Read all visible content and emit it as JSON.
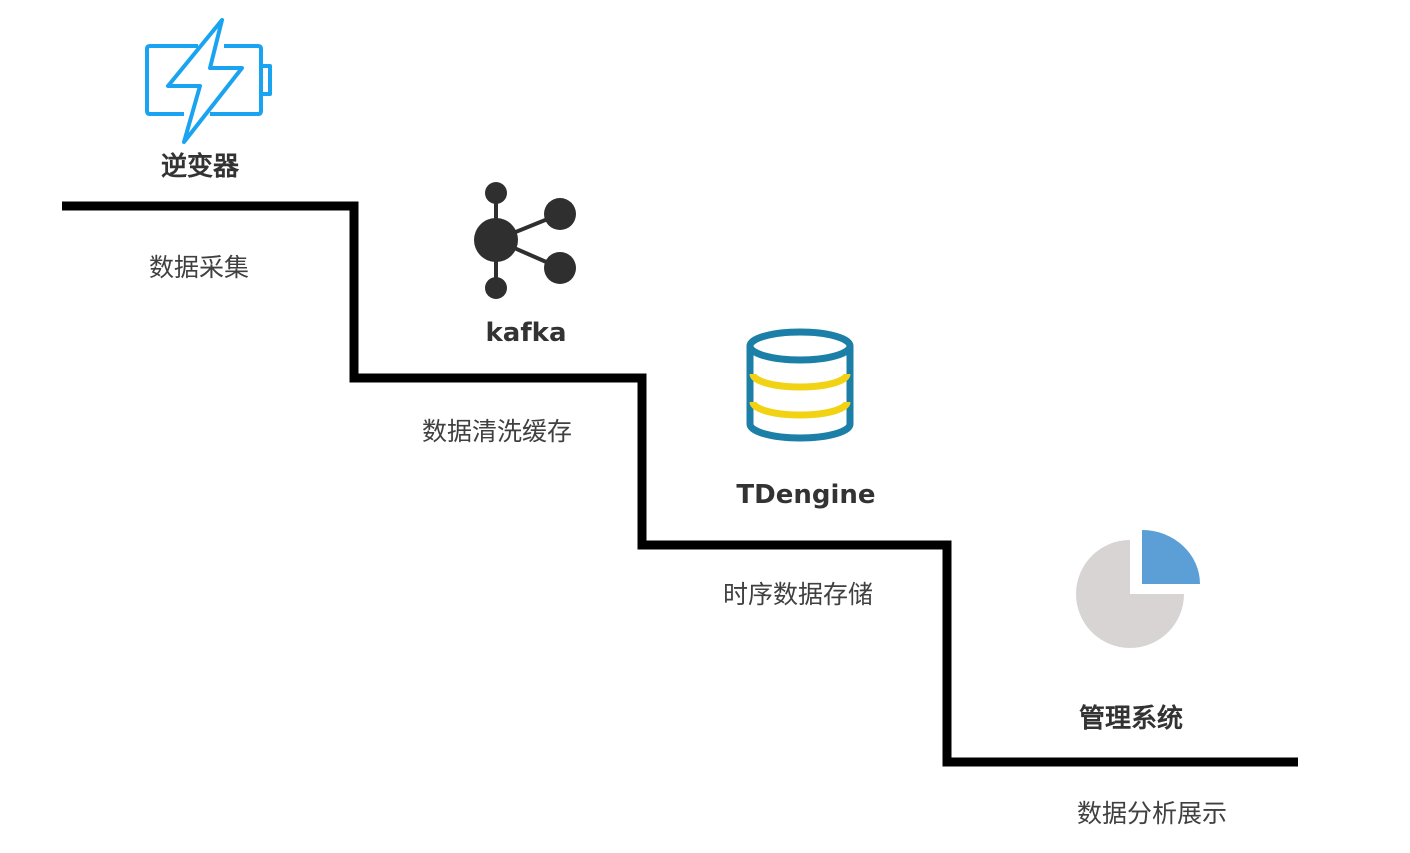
{
  "stages": [
    {
      "title": "逆变器",
      "description": "数据采集",
      "icon": "lightning-battery-icon"
    },
    {
      "title": "kafka",
      "description": "数据清洗缓存",
      "icon": "kafka-network-icon"
    },
    {
      "title": "TDengine",
      "description": "时序数据存储",
      "icon": "database-cylinder-icon"
    },
    {
      "title": "管理系统",
      "description": "数据分析展示",
      "icon": "pie-chart-icon"
    }
  ],
  "colors": {
    "stairs": "#000000",
    "battery": "#1aa3f0",
    "kafka": "#2f2f2f",
    "database_outline": "#1b7fa8",
    "database_band": "#f2d313",
    "pie_main": "#d9d4d4",
    "pie_slice": "#5b9fd6"
  }
}
